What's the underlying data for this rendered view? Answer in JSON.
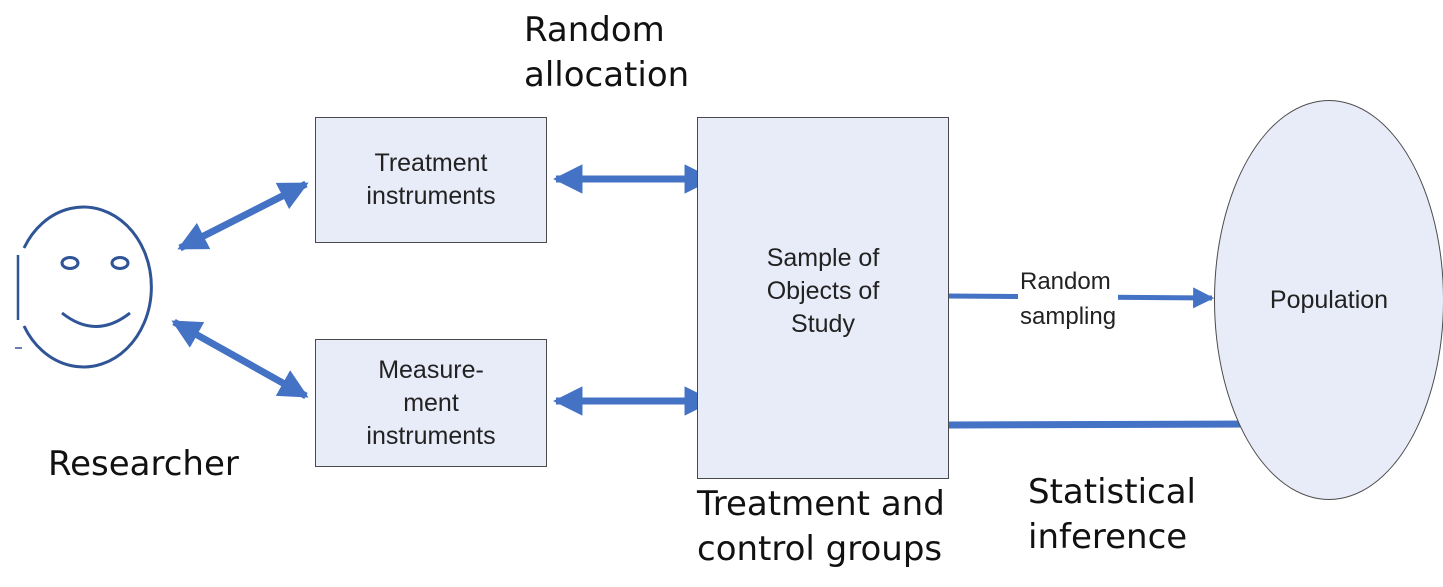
{
  "labels": {
    "random_allocation": "Random\nallocation",
    "researcher": "Researcher",
    "treatment_and_control": "Treatment and\ncontrol groups",
    "statistical_inference": "Statistical\ninference",
    "random_sampling": "Random\nsampling"
  },
  "boxes": {
    "treatment_instruments": "Treatment\ninstruments",
    "measurement_instruments": "Measure-\nment\ninstruments",
    "sample": "Sample of\nObjects of\nStudy"
  },
  "population": "Population",
  "icons": {
    "researcher": "smiley-face-icon"
  },
  "colors": {
    "arrow": "#4472c4",
    "box_fill": "#e8ecf8",
    "box_border": "#4a4a4a",
    "face_stroke": "#2f5597"
  }
}
